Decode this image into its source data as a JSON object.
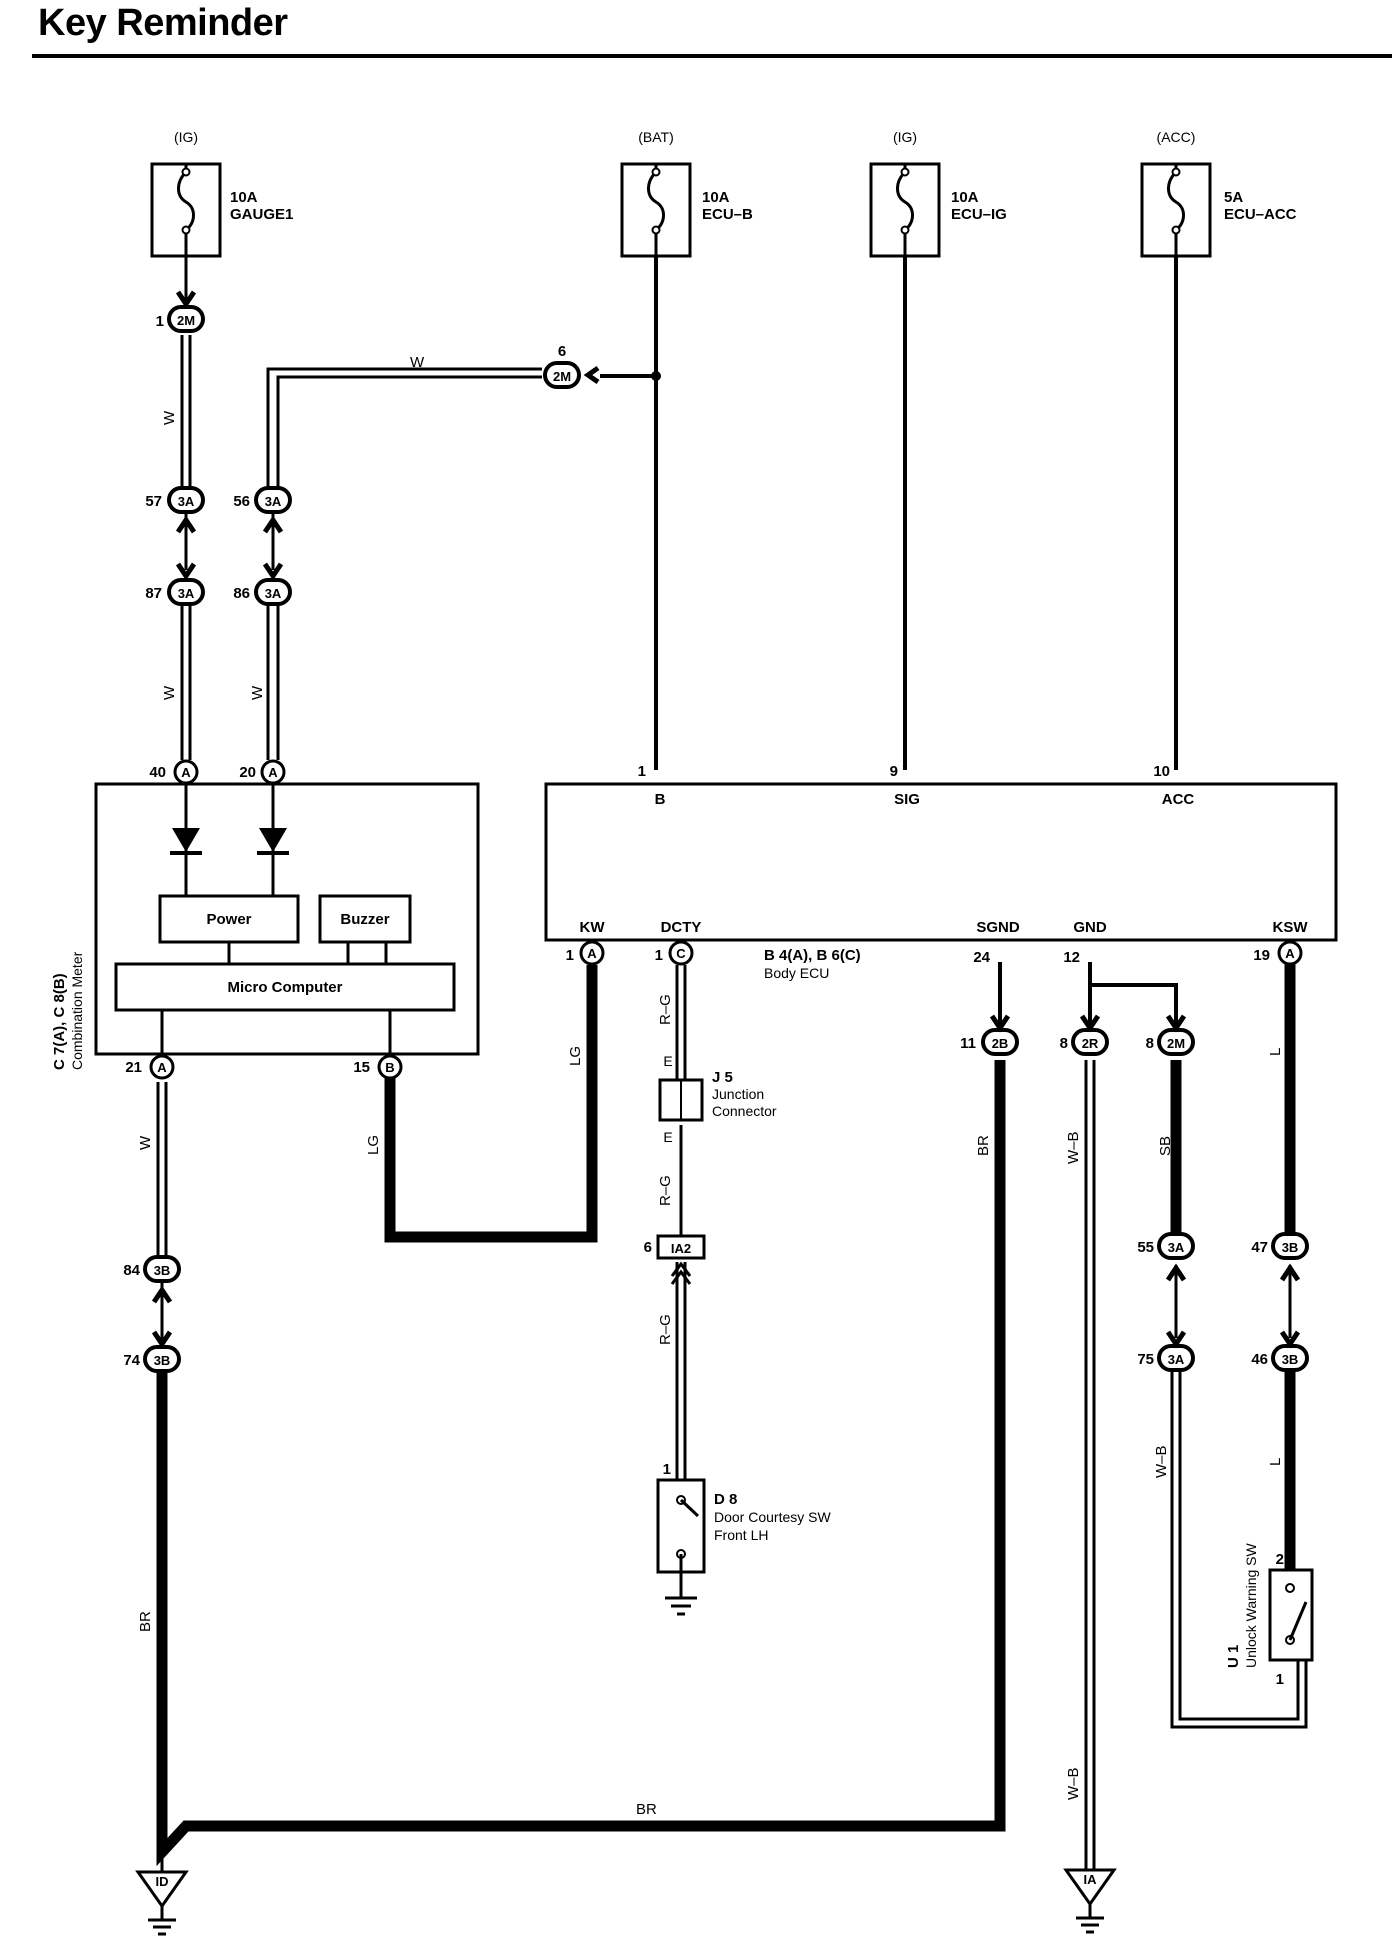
{
  "title": "Key Reminder",
  "fuses": [
    {
      "source": "(IG)",
      "amp": "10A",
      "name": "GAUGE1"
    },
    {
      "source": "(BAT)",
      "amp": "10A",
      "name": "ECU–B"
    },
    {
      "source": "(IG)",
      "amp": "10A",
      "name": "ECU–IG"
    },
    {
      "source": "(ACC)",
      "amp": "5A",
      "name": "ECU–ACC"
    }
  ],
  "connectors": {
    "c1": {
      "pin": "1",
      "code": "2M"
    },
    "c6": {
      "pin": "6",
      "code": "2M"
    },
    "c57": {
      "pin": "57",
      "code": "3A"
    },
    "c56": {
      "pin": "56",
      "code": "3A"
    },
    "c87": {
      "pin": "87",
      "code": "3A"
    },
    "c86": {
      "pin": "86",
      "code": "3A"
    },
    "c84": {
      "pin": "84",
      "code": "3B"
    },
    "c74": {
      "pin": "74",
      "code": "3B"
    },
    "c11": {
      "pin": "11",
      "code": "2B"
    },
    "c8r": {
      "pin": "8",
      "code": "2R"
    },
    "c8m": {
      "pin": "8",
      "code": "2M"
    },
    "c55": {
      "pin": "55",
      "code": "3A"
    },
    "c75": {
      "pin": "75",
      "code": "3A"
    },
    "c47": {
      "pin": "47",
      "code": "3B"
    },
    "c46": {
      "pin": "46",
      "code": "3B"
    },
    "c_ia2": {
      "pin": "6",
      "code": "IA2"
    }
  },
  "meter": {
    "label_line1": "C 7(A), C 8(B)",
    "label_line2": "Combination Meter",
    "power": "Power",
    "buzzer": "Buzzer",
    "micro": "Micro Computer",
    "pin40": "40",
    "pin40_code": "A",
    "pin20": "20",
    "pin20_code": "A",
    "pin21": "21",
    "pin21_code": "A",
    "pin15": "15",
    "pin15_code": "B"
  },
  "ecu": {
    "label_line1": "B 4(A), B 6(C)",
    "label_line2": "Body ECU",
    "top_pins": [
      {
        "num": "1",
        "name": "B"
      },
      {
        "num": "9",
        "name": "SIG"
      },
      {
        "num": "10",
        "name": "ACC"
      }
    ],
    "bottom_pins": [
      {
        "num": "1",
        "code": "A",
        "name": "KW"
      },
      {
        "num": "1",
        "code": "C",
        "name": "DCTY"
      },
      {
        "num": "24",
        "code": "",
        "name": "SGND"
      },
      {
        "num": "12",
        "code": "",
        "name": "GND"
      },
      {
        "num": "19",
        "code": "A",
        "name": "KSW"
      }
    ]
  },
  "junction": {
    "id": "J 5",
    "line1": "Junction",
    "line2": "Connector",
    "pin_top": "E",
    "pin_bottom": "E"
  },
  "door_sw": {
    "id": "D 8",
    "line1": "Door Courtesy SW",
    "line2": "Front LH",
    "pin": "1"
  },
  "unlock_sw": {
    "id": "U 1",
    "line1": "Unlock Warning SW",
    "pin2": "2",
    "pin1": "1"
  },
  "grounds": [
    {
      "code": "ID"
    },
    {
      "code": "IA"
    }
  ],
  "wire_colors": {
    "w": "W",
    "lg": "LG",
    "rg": "R–G",
    "br": "BR",
    "wb": "W–B",
    "sb": "SB",
    "l": "L"
  }
}
